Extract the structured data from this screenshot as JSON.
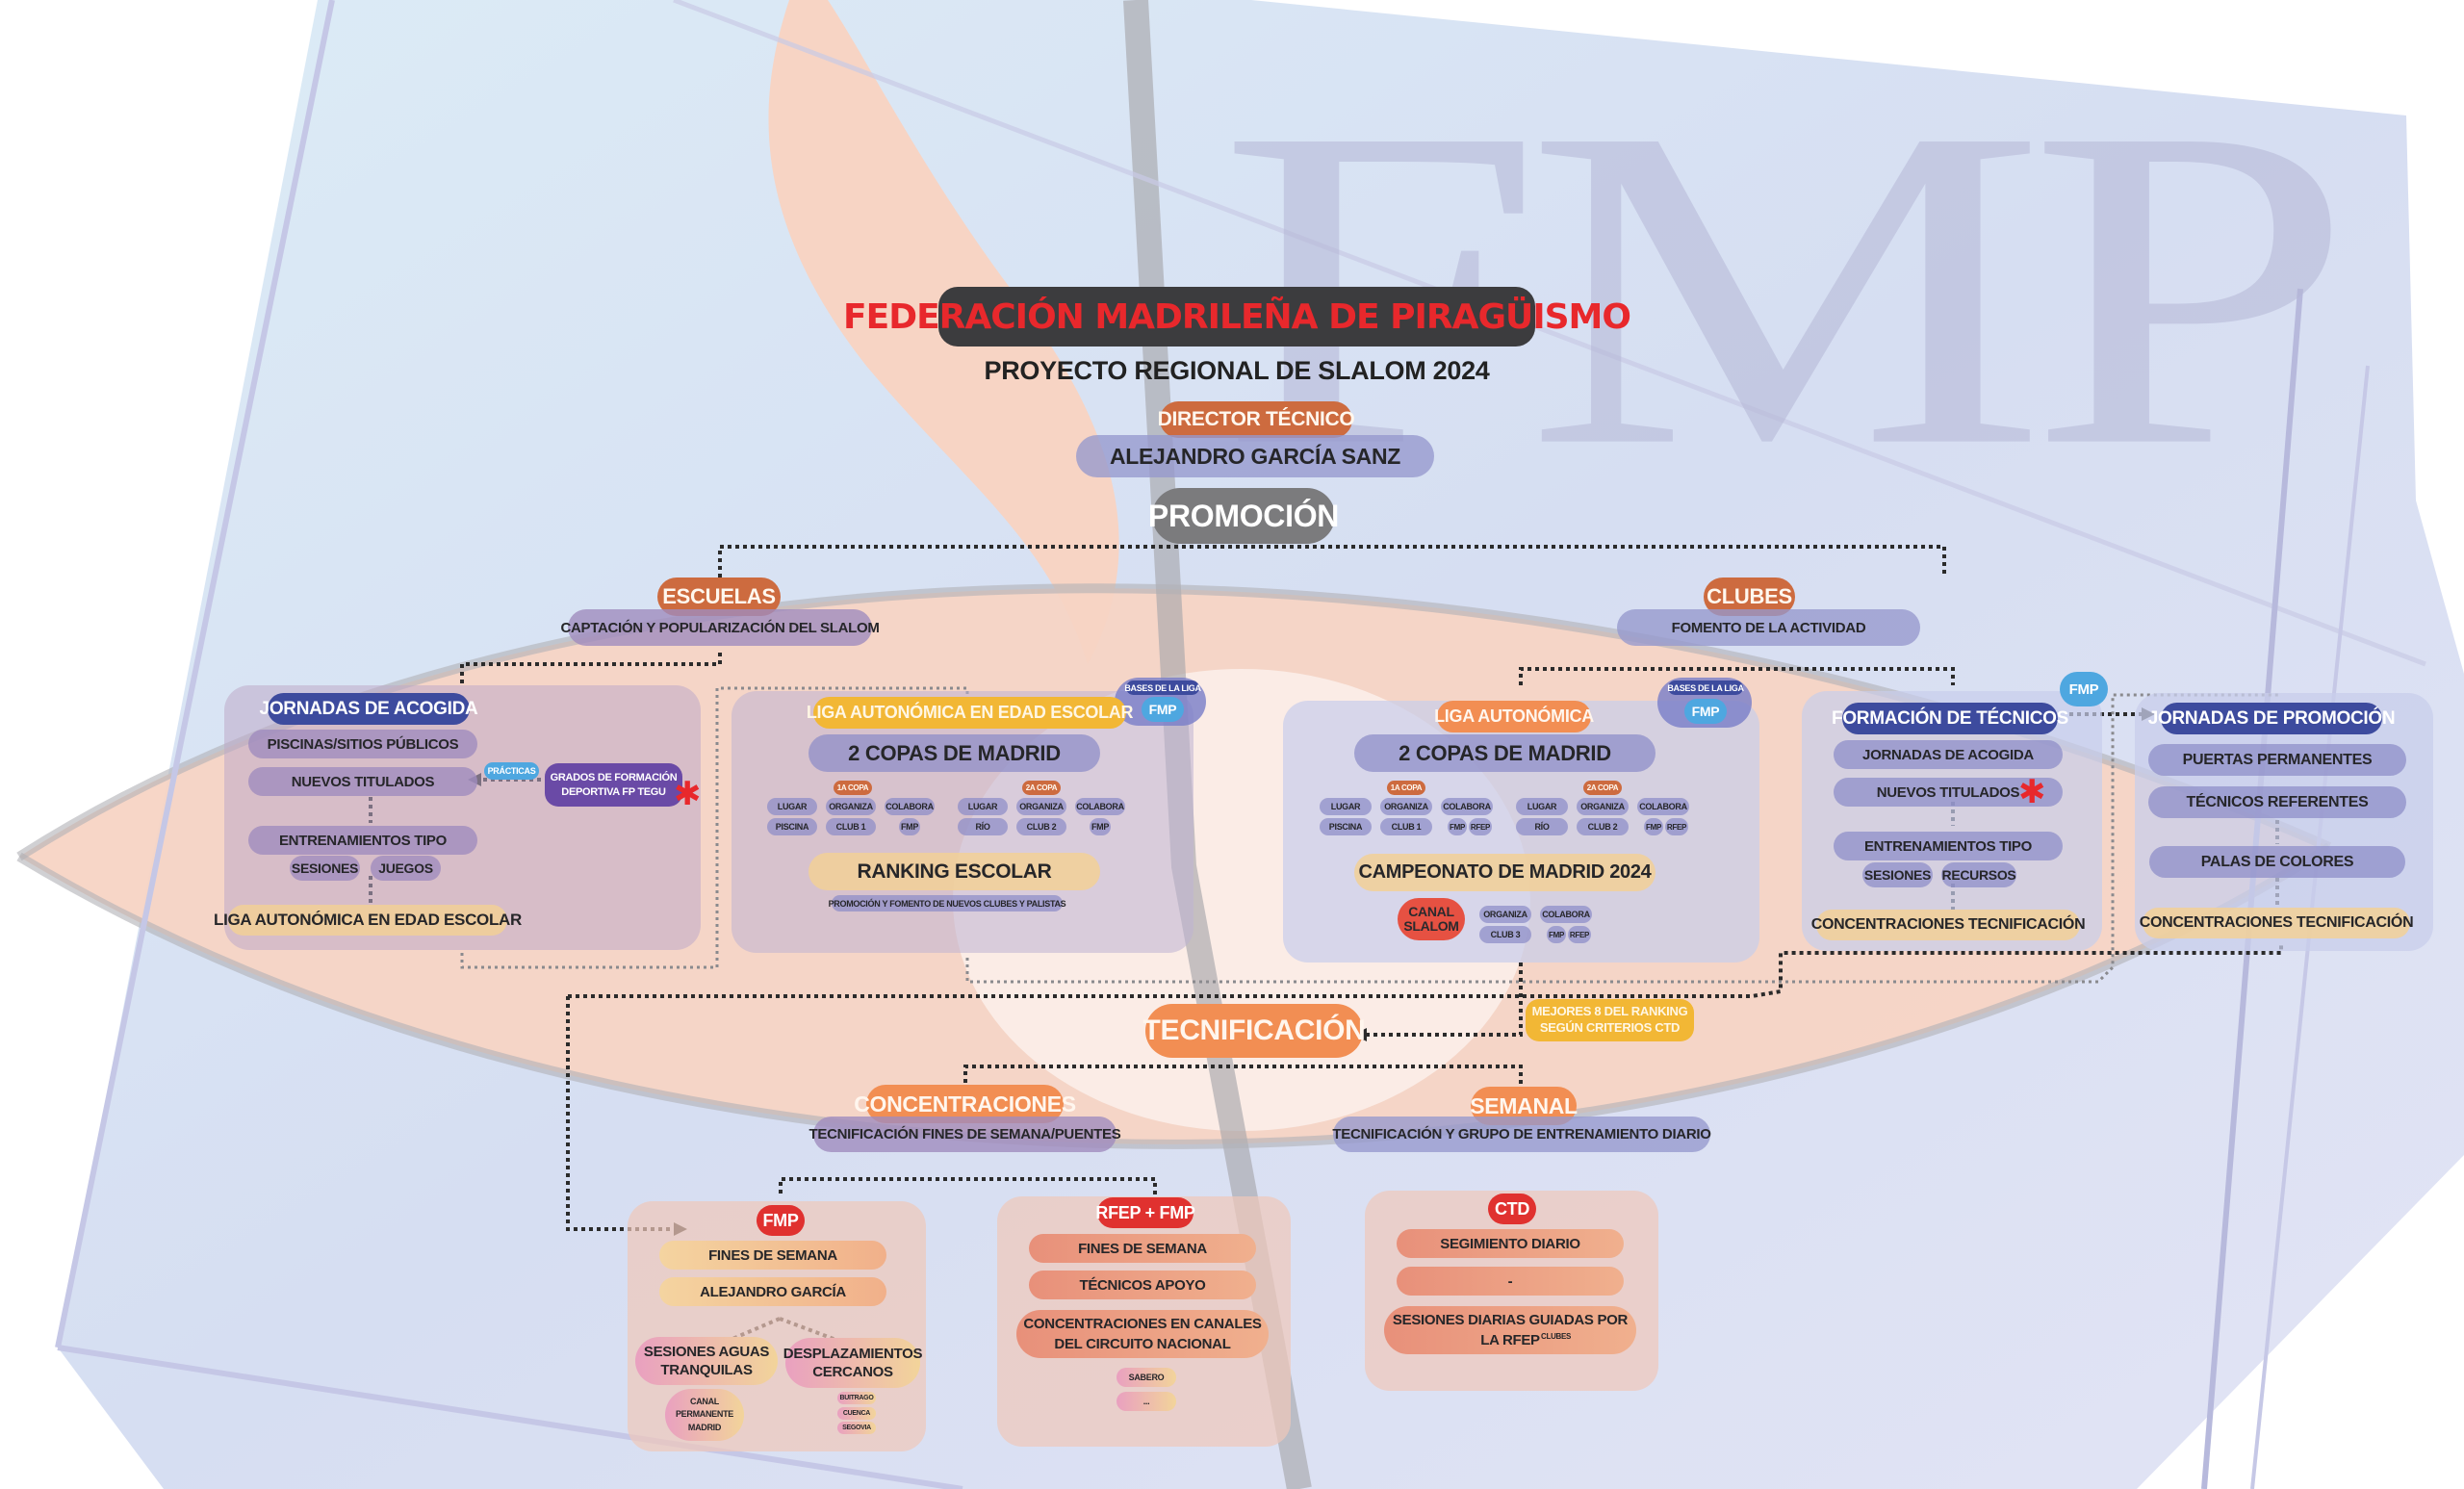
{
  "header": {
    "organization": "FEDERACIÓN MADRILEÑA DE PIRAGÜISMO",
    "project": "PROYECTO REGIONAL DE SLALOM 2024",
    "director_role": "DIRECTOR TÉCNICO",
    "director_name": "ALEJANDRO GARCÍA SANZ",
    "watermark": "FMP"
  },
  "promocion": {
    "label": "PROMOCIÓN",
    "escuelas": {
      "label": "ESCUELAS",
      "subtitle": "CAPTACIÓN Y POPULARIZACIÓN DEL SLALOM",
      "jornadas": {
        "title": "JORNADAS DE ACOGIDA",
        "items": [
          "PISCINAS/SITIOS PÚBLICOS",
          "NUEVOS TITULADOS",
          "ENTRENAMIENTOS TIPO"
        ],
        "sub_items": [
          "SESIONES",
          "JUEGOS"
        ],
        "practicas": "PRÁCTICAS",
        "grados": "GRADOS DE FORMACIÓN DEPORTIVA FP TEGU",
        "footer": "LIGA AUTONÓMICA EN EDAD ESCOLAR"
      },
      "liga_escolar": {
        "title": "LIGA AUTONÓMICA EN EDAD ESCOLAR",
        "bases_label": "BASES DE LA LIGA",
        "bases_value": "FMP",
        "copas": "2 COPAS DE MADRID",
        "copa1": {
          "tag": "1A COPA",
          "headers": [
            "LUGAR",
            "ORGANIZA",
            "COLABORA"
          ],
          "values": [
            "PISCINA",
            "CLUB 1",
            "FMP"
          ]
        },
        "copa2": {
          "tag": "2A COPA",
          "headers": [
            "LUGAR",
            "ORGANIZA",
            "COLABORA"
          ],
          "values": [
            "RÍO",
            "CLUB 2",
            "FMP"
          ]
        },
        "ranking": "RANKING ESCOLAR",
        "ranking_note": "PROMOCIÓN Y FOMENTO DE NUEVOS CLUBES Y PALISTAS"
      }
    },
    "clubes": {
      "label": "CLUBES",
      "subtitle": "FOMENTO DE LA ACTIVIDAD",
      "liga": {
        "title": "LIGA AUTONÓMICA",
        "bases_label": "BASES DE LA LIGA",
        "bases_value": "FMP",
        "copas": "2 COPAS DE MADRID",
        "copa1": {
          "tag": "1A COPA",
          "headers": [
            "LUGAR",
            "ORGANIZA",
            "COLABORA"
          ],
          "values": [
            "PISCINA",
            "CLUB 1"
          ],
          "colabora": [
            "FMP",
            "RFEP"
          ]
        },
        "copa2": {
          "tag": "2A COPA",
          "headers": [
            "LUGAR",
            "ORGANIZA",
            "COLABORA"
          ],
          "values": [
            "RÍO",
            "CLUB 2"
          ],
          "colabora": [
            "FMP",
            "RFEP"
          ]
        },
        "campeonato": "CAMPEONATO DE MADRID 2024",
        "canal": "CANAL SLALOM",
        "camp_headers": [
          "ORGANIZA",
          "COLABORA"
        ],
        "camp_org": "CLUB 3",
        "camp_colabora": [
          "FMP",
          "RFEP"
        ]
      },
      "formacion": {
        "badge": "FMP",
        "title": "FORMACIÓN DE TÉCNICOS",
        "items": [
          "JORNADAS DE ACOGIDA",
          "NUEVOS TITULADOS",
          "ENTRENAMIENTOS TIPO"
        ],
        "sub_items": [
          "SESIONES",
          "RECURSOS"
        ],
        "footer": "CONCENTRACIONES TECNIFICACIÓN"
      },
      "jornadas_promocion": {
        "title": "JORNADAS DE PROMOCIÓN",
        "items": [
          "PUERTAS PERMANENTES",
          "TÉCNICOS REFERENTES",
          "PALAS DE COLORES"
        ],
        "footer": "CONCENTRACIONES TECNIFICACIÓN"
      }
    }
  },
  "tecnificacion": {
    "label": "TECNIFICACIÓN",
    "criteria": "MEJORES 8 DEL RANKING SEGÚN CRITERIOS CTD",
    "concentraciones": {
      "label": "CONCENTRACIONES",
      "subtitle": "TECNIFICACIÓN FINES DE SEMANA/PUENTES"
    },
    "semanal": {
      "label": "SEMANAL",
      "subtitle": "TECNIFICACIÓN Y GRUPO DE ENTRENAMIENTO DIARIO"
    },
    "fmp": {
      "tag": "FMP",
      "items": [
        "FINES DE SEMANA",
        "ALEJANDRO GARCÍA"
      ],
      "sesiones": "SESIONES AGUAS TRANQUILAS",
      "sesiones_place": "CANAL PERMANENTE MADRID",
      "desplazamientos": "DESPLAZAMIENTOS CERCANOS",
      "places": [
        "BUITRAGO",
        "CUENCA",
        "SEGOVIA"
      ]
    },
    "rfep_fmp": {
      "tag": "RFEP + FMP",
      "items": [
        "FINES DE SEMANA",
        "TÉCNICOS APOYO",
        "CONCENTRACIONES EN CANALES DEL CIRCUITO NACIONAL"
      ],
      "places": [
        "SABERO",
        "..."
      ]
    },
    "ctd": {
      "tag": "CTD",
      "items": [
        "SEGIMIENTO DIARIO",
        "-",
        "SESIONES DIARIAS GUIADAS POR LA RFEP"
      ],
      "superscript": "CLUBES"
    }
  },
  "colors": {
    "title_bg": "#3c3c3e",
    "title_text": "#e8282c",
    "section_tag": "#cd6b3f",
    "navy": "#3d4b9e",
    "lavender": "#8c8cc8",
    "yellow": "#f2b735",
    "orange": "#f28e53",
    "red": "#e0312f",
    "sky": "#4ea7e0"
  }
}
